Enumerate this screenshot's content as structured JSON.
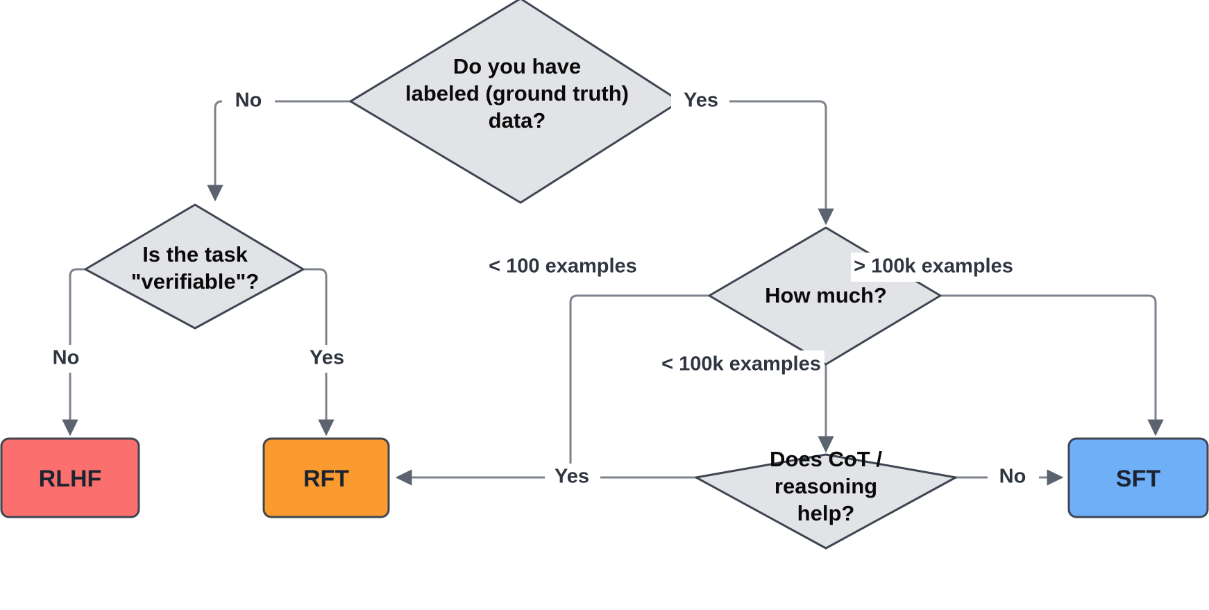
{
  "diagram": {
    "type": "flowchart",
    "title": "Fine-tuning method decision tree",
    "background_color": "#ffffff",
    "decision_fill": "#e1e3e6",
    "decision_stroke": "#3f4652",
    "edge_color": "#7c838d",
    "nodes": [
      {
        "id": "labeled-data",
        "kind": "decision",
        "lines": [
          "Do you have",
          "labeled (ground truth)",
          "data?"
        ]
      },
      {
        "id": "verifiable",
        "kind": "decision",
        "lines": [
          "Is the task",
          "\"verifiable\"?"
        ]
      },
      {
        "id": "how-much",
        "kind": "decision",
        "lines": [
          "How much?"
        ]
      },
      {
        "id": "cot-help",
        "kind": "decision",
        "lines": [
          "Does CoT /",
          "reasoning",
          "help?"
        ]
      },
      {
        "id": "rlhf",
        "kind": "terminal",
        "label": "RLHF",
        "fill": "#fb6f6f",
        "stroke": "#3f4652"
      },
      {
        "id": "rft",
        "kind": "terminal",
        "label": "RFT",
        "fill": "#fb9a2e",
        "stroke": "#3f4652"
      },
      {
        "id": "sft",
        "kind": "terminal",
        "label": "SFT",
        "fill": "#6eaff8",
        "stroke": "#3f4652"
      }
    ],
    "edges": [
      {
        "id": "labeled-no",
        "from": "labeled-data",
        "to": "verifiable",
        "label": "No"
      },
      {
        "id": "labeled-yes",
        "from": "labeled-data",
        "to": "how-much",
        "label": "Yes"
      },
      {
        "id": "verifiable-no",
        "from": "verifiable",
        "to": "rlhf",
        "label": "No"
      },
      {
        "id": "verifiable-yes",
        "from": "verifiable",
        "to": "rft",
        "label": "Yes"
      },
      {
        "id": "howmuch-small",
        "from": "how-much",
        "to": "rft",
        "label": "< 100 examples"
      },
      {
        "id": "howmuch-mid",
        "from": "how-much",
        "to": "cot-help",
        "label": "< 100k examples"
      },
      {
        "id": "howmuch-large",
        "from": "how-much",
        "to": "sft",
        "label": "> 100k examples"
      },
      {
        "id": "cot-yes",
        "from": "cot-help",
        "to": "rft",
        "label": "Yes"
      },
      {
        "id": "cot-no",
        "from": "cot-help",
        "to": "sft",
        "label": "No"
      }
    ]
  }
}
